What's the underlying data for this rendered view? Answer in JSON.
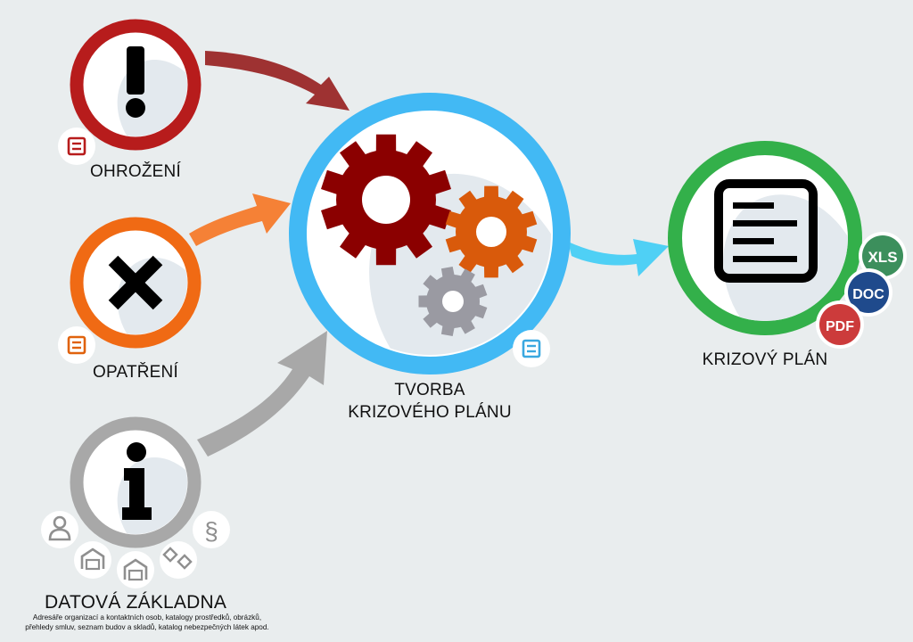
{
  "nodes": {
    "threats": {
      "label": "OHROŽENÍ",
      "ring_color": "#b71c1c",
      "icon": "exclamation-icon",
      "badge_icon": "document-list-icon",
      "badge_color": "#b71c1c"
    },
    "measures": {
      "label": "OPATŘENÍ",
      "ring_color": "#f06a14",
      "icon": "close-x-icon",
      "badge_icon": "document-list-icon",
      "badge_color": "#e0620c"
    },
    "database": {
      "label": "DATOVÁ ZÁKLADNA",
      "ring_color": "#a8a8a8",
      "icon": "info-icon",
      "description_lines": [
        "Adresáře organizací a kontaktních osob, katalogy prostředků, obrázků,",
        "přehledy smluv, seznam budov a skladů, katalog nebezpečných látek apod."
      ],
      "satellite_icons": [
        "person-icon",
        "garage-icon",
        "warehouse-icon",
        "diamonds-icon",
        "paragraph-icon"
      ]
    },
    "creation": {
      "label_line1": "TVORBA",
      "label_line2": "KRIZOVÉHO PLÁNU",
      "ring_color": "#42b9f4",
      "icon": "gears-icon",
      "badge_icon": "document-list-icon",
      "badge_color": "#3aa8e0"
    },
    "plan": {
      "label": "KRIZOVÝ PLÁN",
      "ring_color": "#33b04a",
      "icon": "document-lines-icon",
      "formats": [
        {
          "label": "XLS",
          "color": "#3c8f5c"
        },
        {
          "label": "DOC",
          "color": "#1f4a8c"
        },
        {
          "label": "PDF",
          "color": "#cc3b3b"
        }
      ]
    }
  },
  "colors": {
    "arrow_threats": "#9e3232",
    "arrow_measures": "#f58136",
    "arrow_database": "#a8a8a8",
    "arrow_output": "#4fd0f5",
    "gear_large": "#8b0000",
    "gear_medium": "#d95a0b",
    "gear_small": "#9a9aa2"
  }
}
